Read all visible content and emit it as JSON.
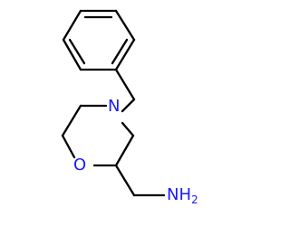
{
  "molecule": {
    "atoms": {
      "nitrogen_ring": "N",
      "oxygen_ring": "O",
      "amine_nh": "NH",
      "amine_sub": "2"
    },
    "colors": {
      "bond": "#000000",
      "heteroatom": "#1a1aff",
      "background": "#ffffff"
    }
  }
}
